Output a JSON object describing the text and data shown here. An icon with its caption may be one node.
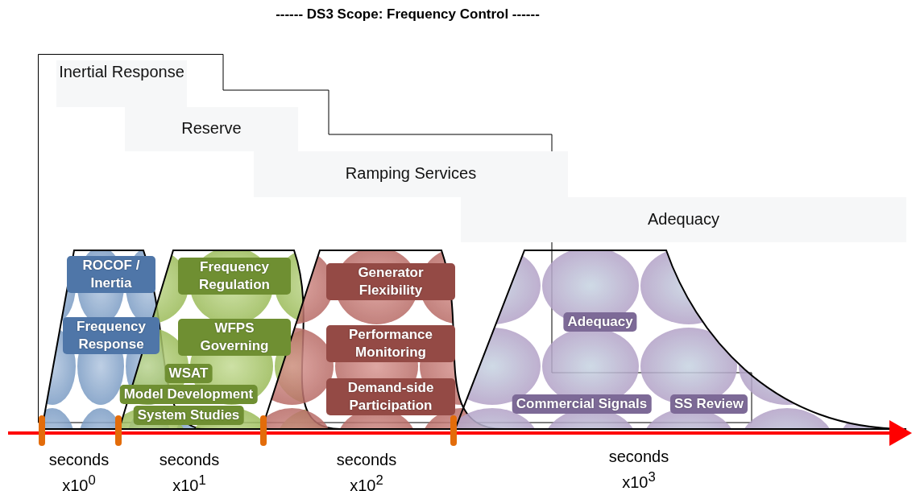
{
  "diagram": {
    "title": "------ DS3 Scope: Frequency Control ------",
    "nodes": [
      {
        "text": [],
        "shape": "box"
      },
      {
        "text": [
          "Inertial Response"
        ],
        "in": 0
      },
      {
        "text": [
          "Reserve"
        ],
        "in": 0
      },
      {
        "text": [
          "Ramping Services"
        ],
        "in": 0
      },
      {
        "text": [
          "Adequacy"
        ]
      },
      {
        "text": [
          "ROCOF / Inertia",
          "Frequency Response"
        ],
        "in": 0
      },
      {
        "text": [
          "Frequency Regulation",
          "WFPS Governing",
          "WSAT",
          "Model Development",
          "System Studies"
        ],
        "in": 0
      },
      {
        "text": [
          "Generator Flexibility",
          "Performance Monitoring",
          "Demand-side Participation"
        ],
        "in": 0
      },
      {
        "text": [
          "Adequacy",
          "Commercial Signals",
          "SS Review"
        ]
      }
    ],
    "labels": [
      "seconds x10$^{0}$",
      "seconds x10$^{1}$",
      "seconds x10$^{2}$",
      "seconds x10$^{3}$"
    ]
  }
}
